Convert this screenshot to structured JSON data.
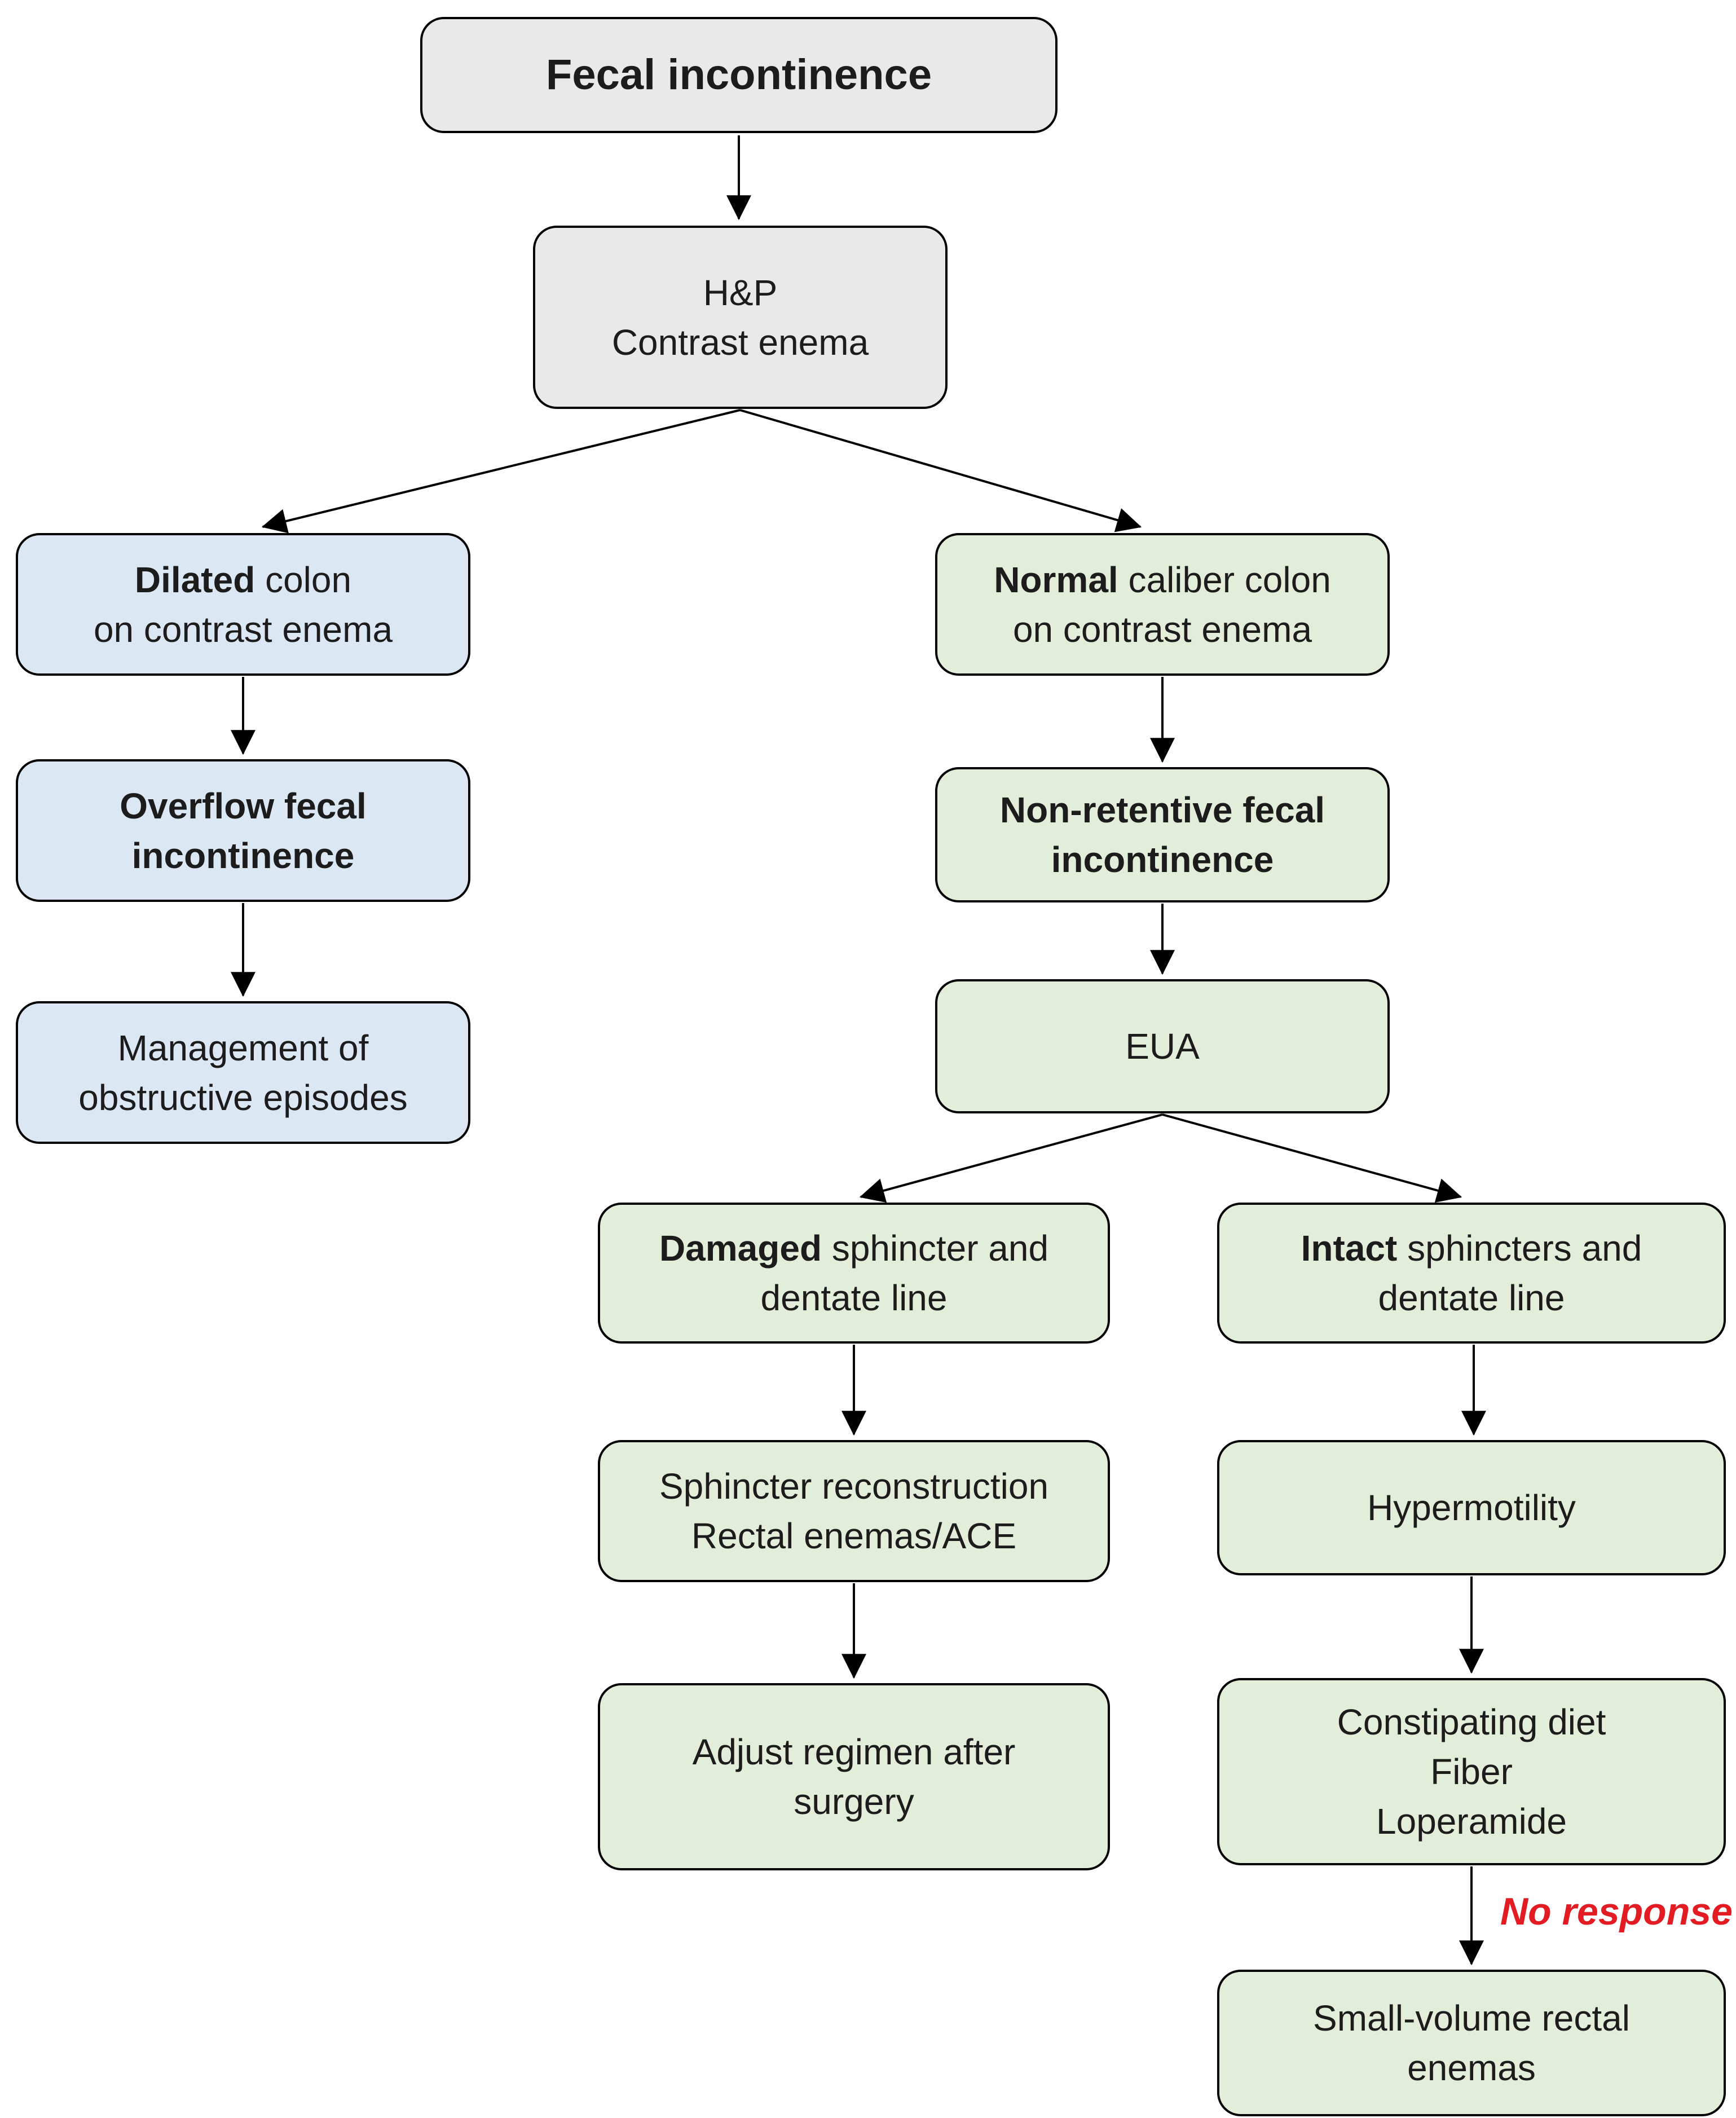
{
  "colors": {
    "gray": "#e9e9e9",
    "blue": "#dbe7f3",
    "green": "#e2eed9",
    "red": "#e31b23",
    "border": "#000000"
  },
  "nodes": {
    "fecal": {
      "label": "Fecal incontinence"
    },
    "hp": {
      "line1": "H&P",
      "line2": "Contrast enema"
    },
    "dilated": {
      "line1_bold": "Dilated",
      "line1_rest": " colon",
      "line2": "on contrast enema"
    },
    "overflow": {
      "line1": "Overflow fecal",
      "line2": "incontinence"
    },
    "management": {
      "line1": "Management of",
      "line2": "obstructive episodes"
    },
    "normal": {
      "line1_bold": "Normal",
      "line1_rest": " caliber colon",
      "line2": "on contrast enema"
    },
    "nonretentive": {
      "line1": "Non-retentive fecal",
      "line2": "incontinence"
    },
    "eua": {
      "label": "EUA"
    },
    "damaged": {
      "line1_bold": "Damaged",
      "line1_rest": " sphincter and",
      "line2": "dentate line"
    },
    "intact": {
      "line1_bold": "Intact",
      "line1_rest": " sphincters and",
      "line2": "dentate line"
    },
    "sphincter_recon": {
      "line1": "Sphincter reconstruction",
      "line2": "Rectal enemas/ACE"
    },
    "hypermotility": {
      "label": "Hypermotility"
    },
    "adjust": {
      "line1": "Adjust regimen after",
      "line2": "surgery"
    },
    "constipating": {
      "line1": "Constipating diet",
      "line2": "Fiber",
      "line3": "Loperamide"
    },
    "small_volume": {
      "line1": "Small-volume rectal",
      "line2": "enemas"
    }
  },
  "edge_labels": {
    "no_response": "No response"
  }
}
